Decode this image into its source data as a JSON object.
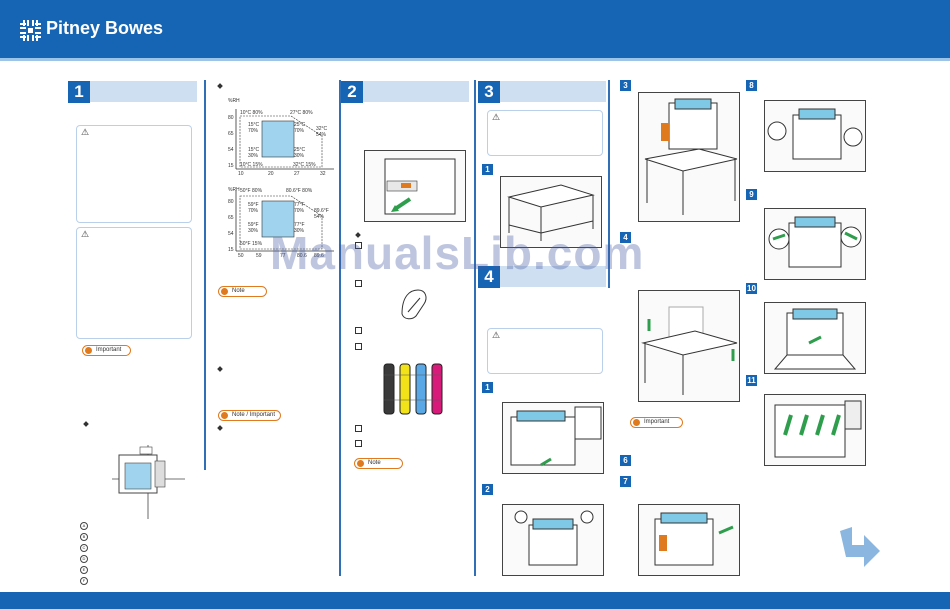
{
  "header": {
    "brand": "Pitney Bowes"
  },
  "steps": {
    "s1": "1",
    "s2": "2",
    "s3": "3",
    "s4": "4"
  },
  "substeps": {
    "c3_a": "1",
    "c3_b": "1",
    "c3_c": "2",
    "c4_3": "3",
    "c4_4": "4",
    "c4_6": "6",
    "c4_7": "7",
    "c5_8": "8",
    "c5_9": "9",
    "c5_10": "10",
    "c5_11": "11"
  },
  "notes": {
    "important1": "Important",
    "note1": "Note",
    "noteimportant": "Note / Important",
    "note2": "Note",
    "important2": "Important"
  },
  "chart1": {
    "unit": "%RH",
    "y_ticks": [
      "80",
      "65",
      "54",
      "15"
    ],
    "x_ticks": [
      "10",
      "20",
      "27",
      "32"
    ],
    "labels": [
      "10°C 80%",
      "27°C 80%",
      "15°C 70%",
      "25°C 70%",
      "32°C 54%",
      "15°C 30%",
      "25°C 30%",
      "10°C 15%",
      "32°C 15%"
    ]
  },
  "chart2": {
    "unit": "%RH",
    "y_ticks": [
      "80",
      "65",
      "54",
      "15"
    ],
    "x_ticks": [
      "50",
      "59",
      "77",
      "80.6",
      "89.6"
    ],
    "labels": [
      "50°F 80%",
      "80.6°F 80%",
      "59°F 70%",
      "77°F 70%",
      "89.6°F 54%",
      "59°F 30%",
      "77°F 30%",
      "50°F 15%"
    ]
  },
  "dimension_labels": [
    "A",
    "B",
    "C",
    "D",
    "E",
    "F"
  ],
  "watermark": "ManualsLib.com",
  "colors": {
    "header": "#1565b4",
    "accent": "#e07a1f",
    "light": "#cfdff2"
  }
}
